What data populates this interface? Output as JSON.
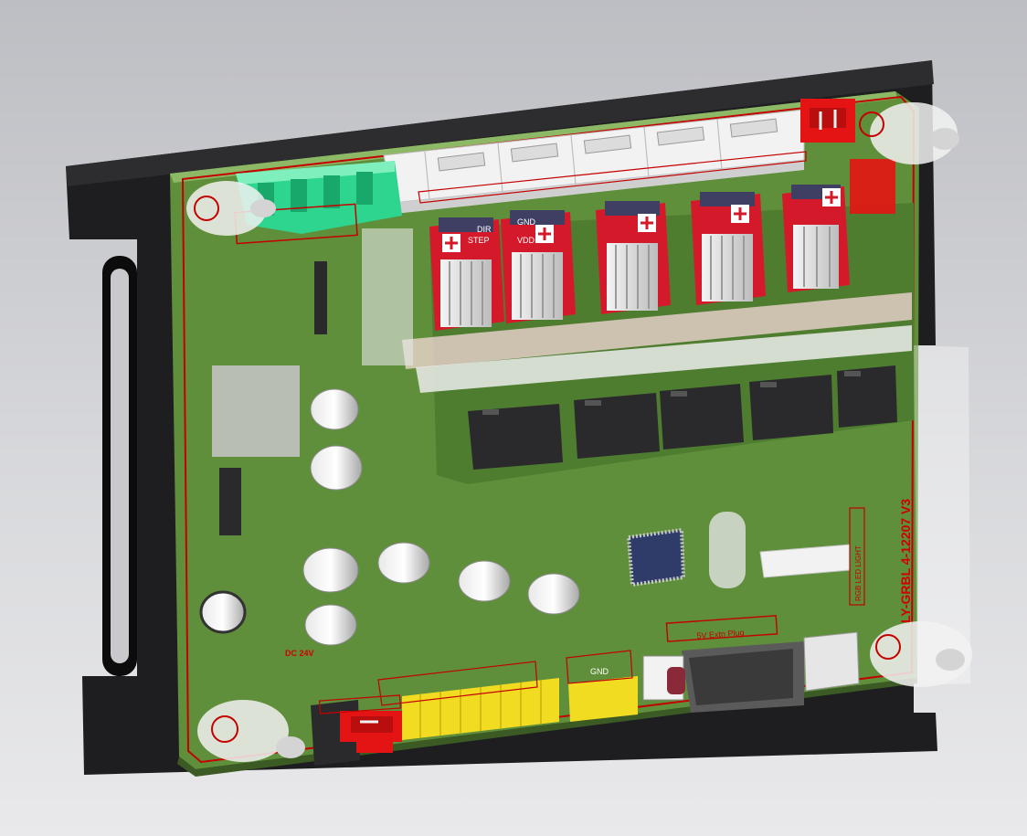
{
  "colors": {
    "background_top": "#bdbec3",
    "background_bottom": "#e9e9eb",
    "mounting_frame": "#1e1e20",
    "pcb": "#5f8f3a",
    "silkscreen_outline": "#c40000",
    "driver_board": "#d41a2a",
    "heatsink": "#dcdcdc",
    "connector_white": "#f2f2f2",
    "connector_green": "#2ed58e",
    "connector_red": "#e51414",
    "header_yellow": "#f2dc22",
    "relay_black": "#2a2a2c"
  },
  "icons": [
    "mounting-hole-icon",
    "plus-mark-icon"
  ],
  "board": {
    "model_label": "LY-GRBL 4-12207 V3",
    "power_label": "DC 24V",
    "gnd_label": "GND",
    "connector_label": "5V Extn Plug",
    "side_label": "RGB LED LIGHT",
    "driver_labels": {
      "step": "STEP",
      "dir": "DIR",
      "vdd": "VDD",
      "gnd": "GND"
    }
  }
}
